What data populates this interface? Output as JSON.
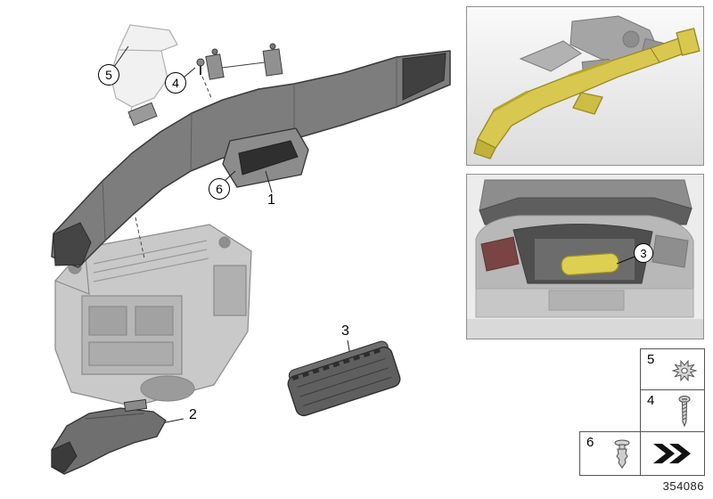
{
  "page": {
    "background": "#ffffff",
    "diagram_number": "354086"
  },
  "callouts": {
    "c1": {
      "label": "1",
      "circled": false
    },
    "c2": {
      "label": "2",
      "circled": false
    },
    "c3": {
      "label": "3",
      "circled": false
    },
    "c4": {
      "label": "4",
      "circled": true
    },
    "c5": {
      "label": "5",
      "circled": true
    },
    "c6": {
      "label": "6",
      "circled": true
    }
  },
  "insets": {
    "top_photo": {
      "icon": "duct-highlight-photo",
      "highlight_color": "#d9c850"
    },
    "rear_photo": {
      "icon": "vehicle-rear-trunk-photo",
      "callout_label": "3",
      "highlight_color": "#ddcf52"
    }
  },
  "hardware_legend": {
    "item5": {
      "label": "5",
      "icon": "push-nut-icon"
    },
    "item4": {
      "label": "4",
      "icon": "screw-icon"
    },
    "item6": {
      "label": "6",
      "icon": "expansion-rivet-icon"
    },
    "arrow": {
      "icon": "cross-reference-arrow-icon"
    }
  },
  "colors": {
    "part_dark_gray": "#6f6f6f",
    "part_light_gray": "#c9c9c9",
    "highlight_yellow": "#d9c850",
    "border_gray": "#8f8f8f"
  }
}
